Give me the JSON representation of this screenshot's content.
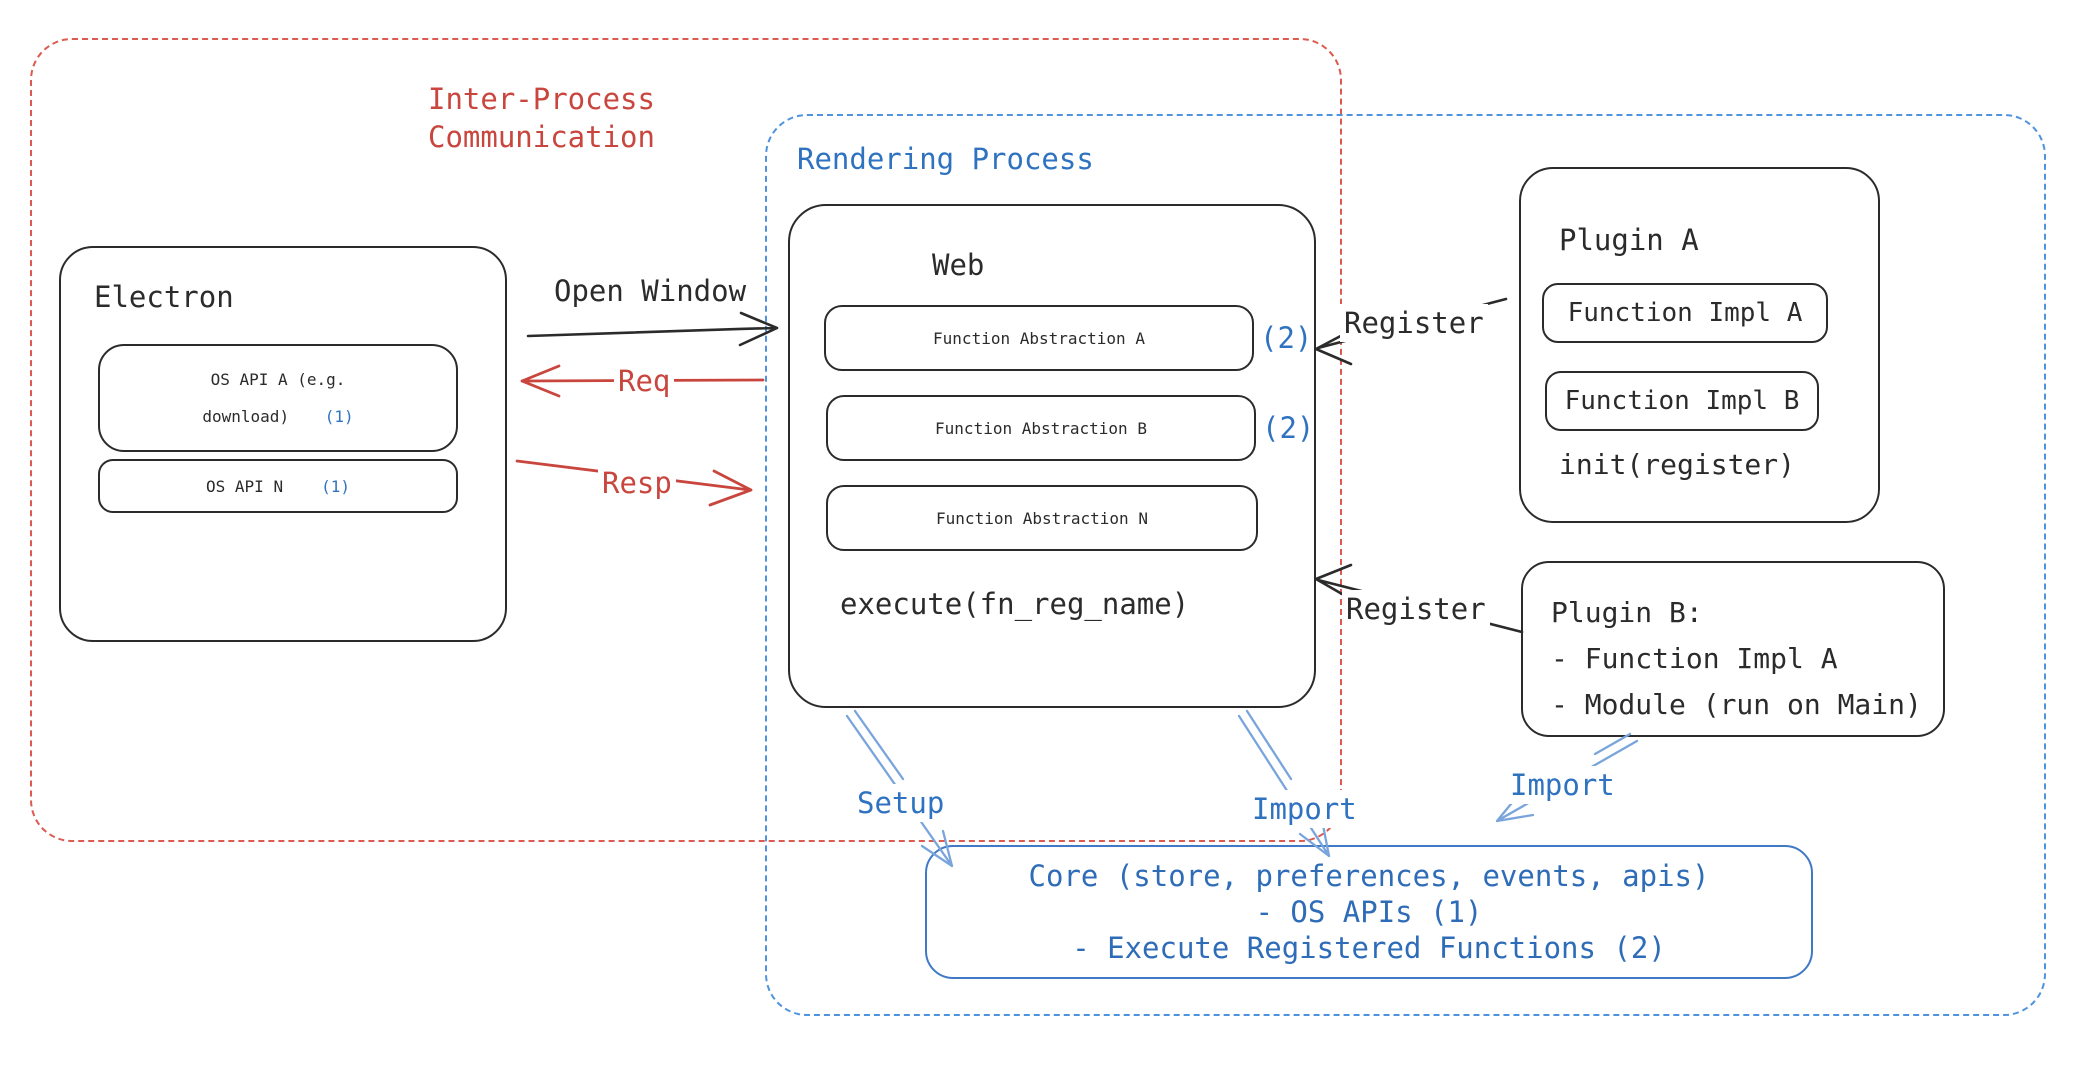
{
  "diagram": {
    "ipc_group": {
      "label": "Inter-Process\nCommunication"
    },
    "rendering_group": {
      "label": "Rendering Process"
    },
    "electron": {
      "title": "Electron",
      "api_a": {
        "line1": "OS API A (e.g.",
        "line2": "download)",
        "badge": "(1)"
      },
      "api_n": {
        "label": "OS API N",
        "badge": "(1)"
      }
    },
    "web": {
      "title": "Web",
      "abstractions": [
        {
          "label": "Function Abstraction A",
          "badge": "(2)"
        },
        {
          "label": "Function Abstraction B",
          "badge": "(2)"
        },
        {
          "label": "Function Abstraction N",
          "badge": ""
        }
      ],
      "footer": "execute(fn_reg_name)"
    },
    "plugin_a": {
      "title": "Plugin A",
      "impls": [
        "Function Impl A",
        "Function Impl B"
      ],
      "footer": "init(register)"
    },
    "plugin_b": {
      "lines": [
        "Plugin B:",
        "- Function Impl A",
        "- Module (run on Main)"
      ]
    },
    "core": {
      "lines": [
        "Core (store, preferences, events, apis)",
        "- OS APIs (1)",
        "- Execute Registered Functions (2)"
      ]
    },
    "arrows": {
      "open_window": "Open Window",
      "req": "Req",
      "resp": "Resp",
      "register_top": "Register",
      "register_bottom": "Register",
      "setup": "Setup",
      "import_mid": "Import",
      "import_right": "Import"
    },
    "colors": {
      "ink": "#2b2b2b",
      "red": "#c9463e",
      "red_dash": "#dc5a50",
      "blue_text": "#2e72c0",
      "blue_dash": "#4f93de",
      "blue_arrow": "#7aa5dc",
      "core_border": "#4079c5",
      "core_text": "#2e6cb8"
    }
  }
}
